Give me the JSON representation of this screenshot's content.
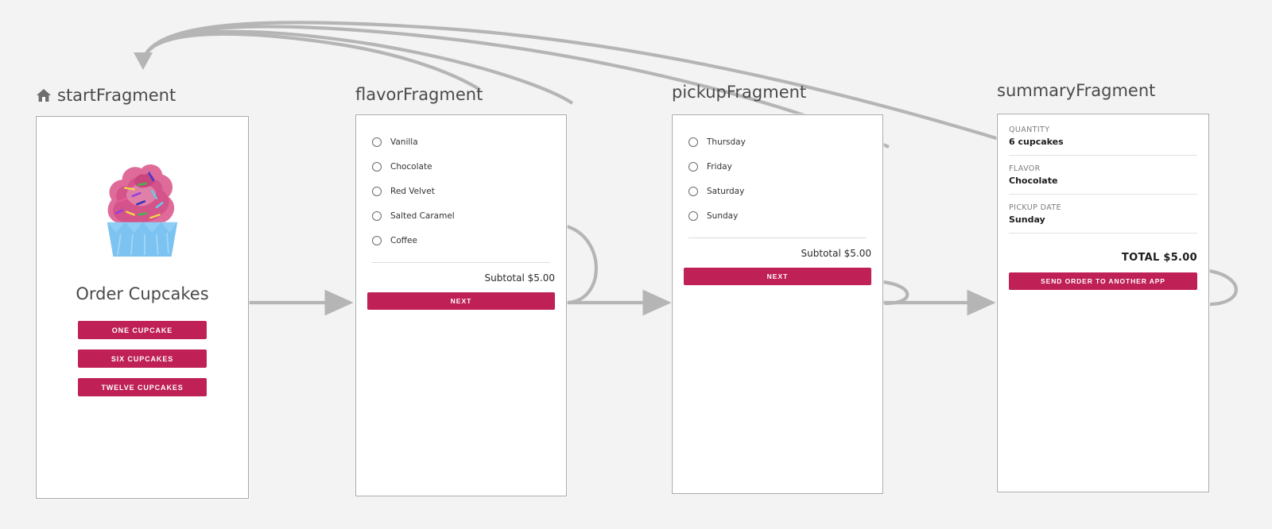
{
  "canvas": {
    "background": "#f3f3f3",
    "accent": "#bf2055",
    "connector_color": "#b5b5b5"
  },
  "destinations": [
    {
      "id": "startFragment",
      "title": "startFragment",
      "is_start": true,
      "start_icon": "home-icon",
      "screen": {
        "image_name": "cupcake-illustration",
        "heading": "Order Cupcakes",
        "buttons": [
          {
            "label": "ONE CUPCAKE"
          },
          {
            "label": "SIX CUPCAKES"
          },
          {
            "label": "TWELVE CUPCAKES"
          }
        ]
      }
    },
    {
      "id": "flavorFragment",
      "title": "flavorFragment",
      "is_start": false,
      "screen": {
        "options": [
          "Vanilla",
          "Chocolate",
          "Red Velvet",
          "Salted Caramel",
          "Coffee"
        ],
        "subtotal": "Subtotal $5.00",
        "next_label": "NEXT"
      }
    },
    {
      "id": "pickupFragment",
      "title": "pickupFragment",
      "is_start": false,
      "screen": {
        "options": [
          "Thursday",
          "Friday",
          "Saturday",
          "Sunday"
        ],
        "subtotal": "Subtotal $5.00",
        "next_label": "NEXT"
      }
    },
    {
      "id": "summaryFragment",
      "title": "summaryFragment",
      "is_start": false,
      "screen": {
        "rows": [
          {
            "label": "QUANTITY",
            "value": "6 cupcakes"
          },
          {
            "label": "FLAVOR",
            "value": "Chocolate"
          },
          {
            "label": "PICKUP DATE",
            "value": "Sunday"
          }
        ],
        "total": "TOTAL $5.00",
        "send_label": "SEND ORDER TO ANOTHER APP"
      }
    }
  ]
}
